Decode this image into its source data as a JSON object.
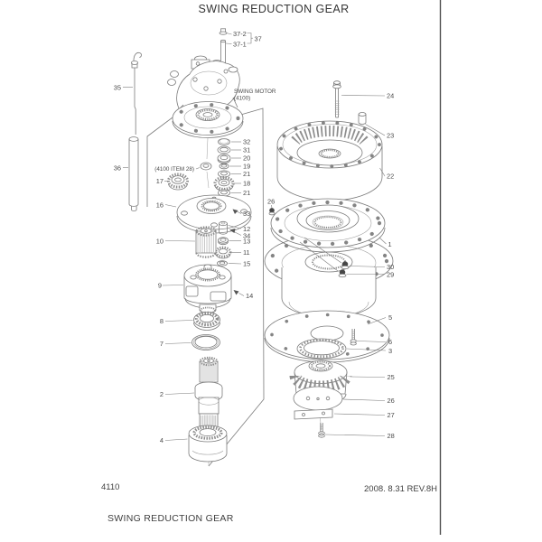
{
  "page": {
    "title": "SWING REDUCTION GEAR",
    "doc_number": "4110",
    "revision": "2008. 8.31 REV.8H",
    "footer_title": "SWING REDUCTION GEAR"
  },
  "notes": {
    "swing_motor_line1": "SWING MOTOR",
    "swing_motor_line2": "(4100)",
    "item28_ref": "(4100 ITEM 28)"
  },
  "callouts": {
    "n1": "1",
    "n2": "2",
    "n3": "3",
    "n4": "4",
    "n5": "5",
    "n6": "6",
    "n7": "7",
    "n8": "8",
    "n9": "9",
    "n10": "10",
    "n11": "11",
    "n12": "12",
    "n13": "13",
    "n14": "14",
    "n15": "15",
    "n16": "16",
    "n17": "17",
    "n18": "18",
    "n19": "19",
    "n20": "20",
    "n21a": "21",
    "n21b": "21",
    "n22": "22",
    "n23": "23",
    "n24": "24",
    "n25": "25",
    "n26a": "26",
    "n26b": "26",
    "n27": "27",
    "n28": "28",
    "n29": "29",
    "n30": "30",
    "n31": "31",
    "n32": "32",
    "n33": "33",
    "n34": "34",
    "n35": "35",
    "n36": "36",
    "n37": "37",
    "n37_1": "37-1",
    "n37_2": "37-2"
  }
}
